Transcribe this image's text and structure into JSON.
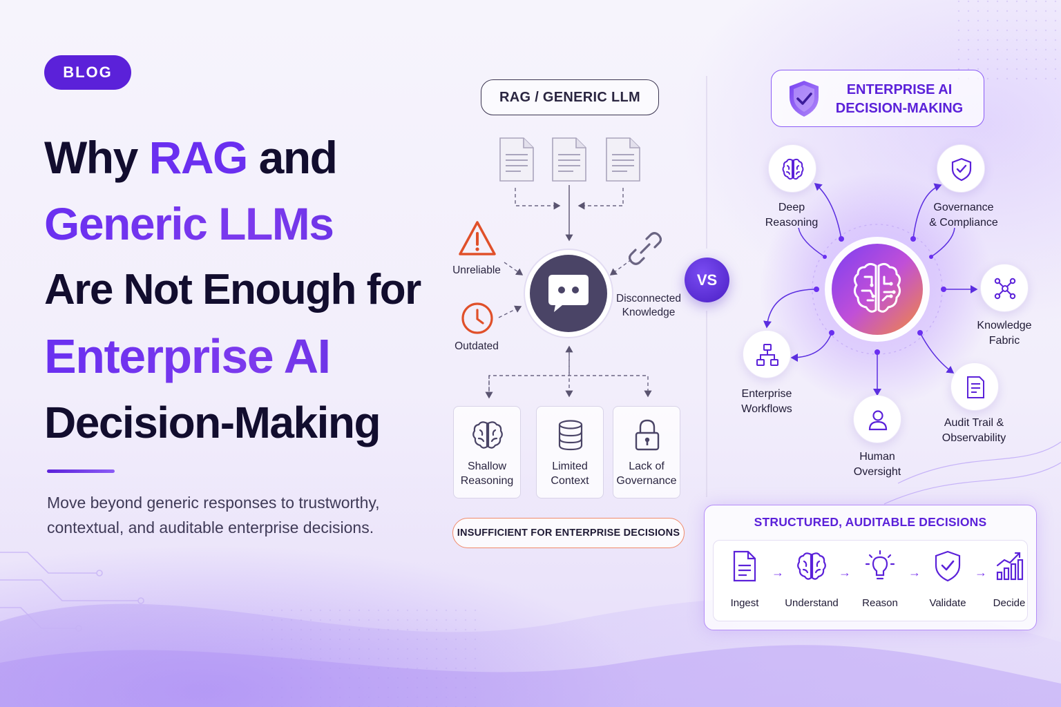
{
  "left": {
    "badge": "BLOG",
    "headline": {
      "line1_a": "Why ",
      "line1_b": "RAG",
      "line1_c": " and",
      "line2": "Generic LLMs",
      "line3": "Are Not Enough for",
      "line4": "Enterprise AI",
      "line5": "Decision-Making"
    },
    "subtitle": "Move beyond generic responses to trustworthy, contextual, and auditable enterprise decisions."
  },
  "middle": {
    "header": "RAG / GENERIC LLM",
    "issues": {
      "unreliable": "Unreliable",
      "outdated": "Outdated",
      "disconnected_1": "Disconnected",
      "disconnected_2": "Knowledge"
    },
    "cards": [
      {
        "line1": "Shallow",
        "line2": "Reasoning"
      },
      {
        "line1": "Limited",
        "line2": "Context"
      },
      {
        "line1": "Lack of",
        "line2": "Governance"
      }
    ],
    "verdict": "INSUFFICIENT FOR ENTERPRISE DECISIONS"
  },
  "vs": "VS",
  "right": {
    "header_line1": "ENTERPRISE AI",
    "header_line2": "DECISION-MAKING",
    "nodes": {
      "deep_1": "Deep",
      "deep_2": "Reasoning",
      "gov_1": "Governance",
      "gov_2": "& Compliance",
      "kf_1": "Knowledge",
      "kf_2": "Fabric",
      "ew_1": "Enterprise",
      "ew_2": "Workflows",
      "ho_1": "Human",
      "ho_2": "Oversight",
      "at_1": "Audit Trail &",
      "at_2": "Observability"
    },
    "flow": {
      "title": "STRUCTURED, AUDITABLE DECISIONS",
      "steps": [
        "Ingest",
        "Understand",
        "Reason",
        "Validate",
        "Decide"
      ]
    }
  },
  "colors": {
    "primary": "#5b21d9",
    "accent": "#7c3aed",
    "warning": "#e0502a",
    "dark_node": "#4a4466"
  },
  "icons": {
    "documents": "document-icon",
    "chat": "chat-bubble-icon",
    "unreliable": "warning-triangle-icon",
    "outdated": "clock-icon",
    "disconnected": "broken-link-icon",
    "shallow": "brain-icon",
    "limited": "database-icon",
    "governance": "lock-icon",
    "header": "shield-check-icon",
    "center": "brain-circuit-icon"
  }
}
